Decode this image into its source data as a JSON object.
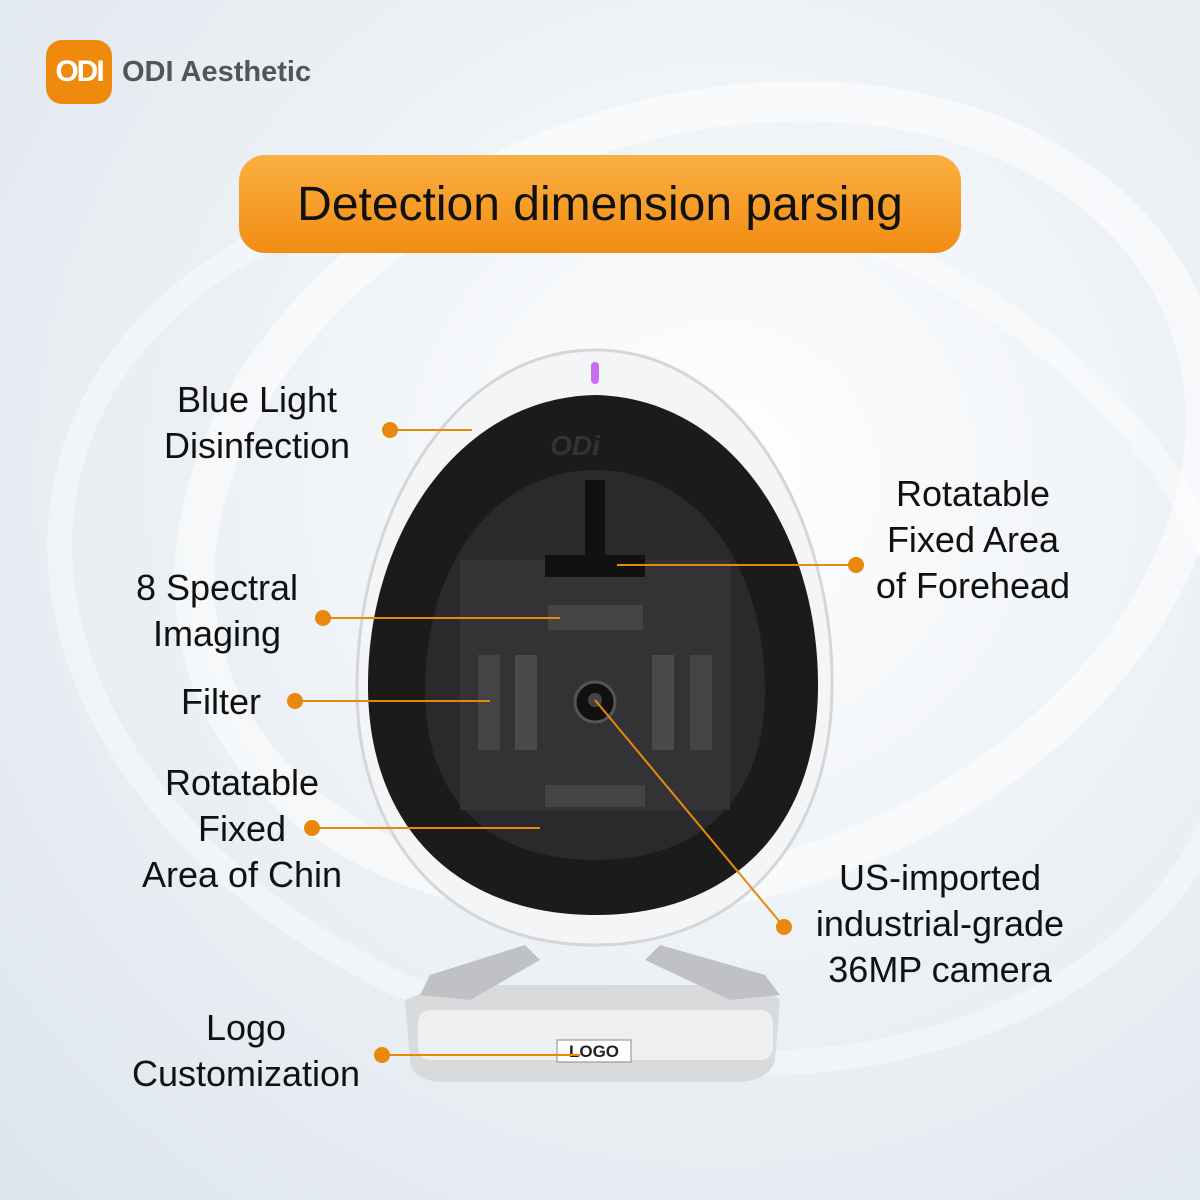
{
  "brand": {
    "badge": "ODI",
    "name": "ODI Aesthetic"
  },
  "title": "Detection dimension parsing",
  "device": {
    "engraving": "ODi",
    "logo_plate": "LOGO"
  },
  "callouts": {
    "blue_light": [
      "Blue Light",
      "Disinfection"
    ],
    "spectral": [
      "8 Spectral",
      "Imaging"
    ],
    "filter": [
      "Filter"
    ],
    "chin": [
      "Rotatable",
      "Fixed",
      "Area of Chin"
    ],
    "logo": [
      "Logo",
      "Customization"
    ],
    "forehead": [
      "Rotatable",
      "Fixed Area",
      "of Forehead"
    ],
    "camera": [
      "US-imported",
      "industrial-grade",
      "36MP camera"
    ]
  },
  "colors": {
    "accent": "#f28c12",
    "leader": "#e8880c"
  }
}
